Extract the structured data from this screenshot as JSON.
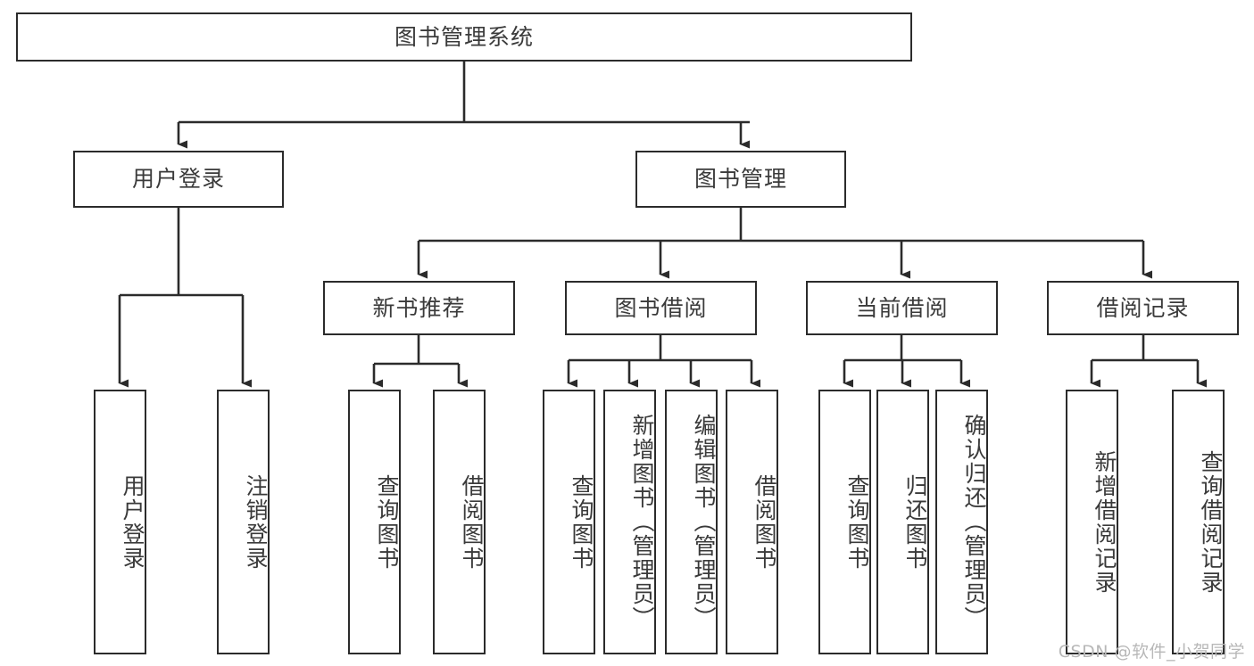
{
  "diagram": {
    "title": "图书管理系统",
    "type": "tree",
    "watermark": "CSDN @软件_小贺同学",
    "colors": {
      "background": "#ffffff",
      "node_border": "#2b2b2b",
      "node_fill": "#ffffff",
      "text": "#3a3a3a",
      "edge": "#2b2b2b",
      "watermark": "#b8b8b8"
    },
    "root": {
      "label": "图书管理系统"
    },
    "level2": [
      {
        "label": "用户登录"
      },
      {
        "label": "图书管理"
      }
    ],
    "level3": [
      {
        "label": "新书推荐"
      },
      {
        "label": "图书借阅"
      },
      {
        "label": "当前借阅"
      },
      {
        "label": "借阅记录"
      }
    ],
    "leaves": {
      "user_login": [
        {
          "label": "用户登录"
        },
        {
          "label": "注销登录"
        }
      ],
      "new_book_recommend": [
        {
          "label": "查询图书"
        },
        {
          "label": "借阅图书"
        }
      ],
      "book_borrow": [
        {
          "label": "查询图书"
        },
        {
          "label": "新增图书（管理员）"
        },
        {
          "label": "编辑图书（管理员）"
        },
        {
          "label": "借阅图书"
        }
      ],
      "current_borrow": [
        {
          "label": "查询图书"
        },
        {
          "label": "归还图书"
        },
        {
          "label": "确认归还（管理员）"
        }
      ],
      "borrow_record": [
        {
          "label": "新增借阅记录"
        },
        {
          "label": "查询借阅记录"
        }
      ]
    }
  }
}
